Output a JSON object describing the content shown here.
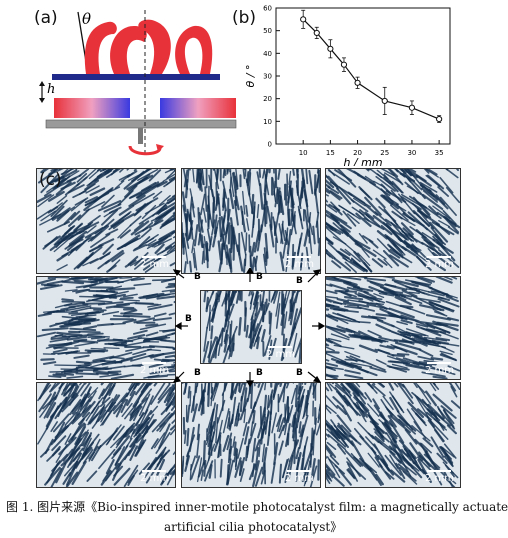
{
  "panels": {
    "a_label": "(a)",
    "b_label": "(b)",
    "c_label": "(c)",
    "theta_symbol": "θ",
    "h_symbol": "h"
  },
  "chart_data": {
    "type": "line",
    "x": [
      10,
      12.5,
      15,
      17.5,
      20,
      25,
      30,
      35
    ],
    "y": [
      55,
      49,
      42,
      35,
      27,
      19,
      16,
      11
    ],
    "yerr": [
      4,
      2.5,
      4,
      3,
      2.5,
      6,
      3,
      1.5
    ],
    "xlabel": "h / mm",
    "ylabel": "θ / °",
    "xlim": [
      5,
      37
    ],
    "ylim": [
      0,
      60
    ],
    "xticks": [
      10,
      15,
      20,
      25,
      30,
      35
    ],
    "yticks": [
      0,
      10,
      20,
      30,
      40,
      50,
      60
    ],
    "grid": false
  },
  "photos": {
    "scale_text": "2 mm",
    "arrows": {
      "top_left": "B",
      "top": "B",
      "top_right": "B",
      "left": "B",
      "bottom_left": "B",
      "bottom": "B",
      "bottom_right": "B"
    }
  },
  "caption": {
    "line1": "图 1. 图片来源《Bio-inspired inner-motile photocatalyst film: a magnetically actuated",
    "line2": "artificial cilia photocatalyst》"
  },
  "colors": {
    "cilia_red": "#e8323a",
    "magnet_red": "#e8323a",
    "magnet_blue": "#3a3ae0",
    "plate_blue": "#1f2a8a",
    "photo_ink": "#14304f"
  }
}
